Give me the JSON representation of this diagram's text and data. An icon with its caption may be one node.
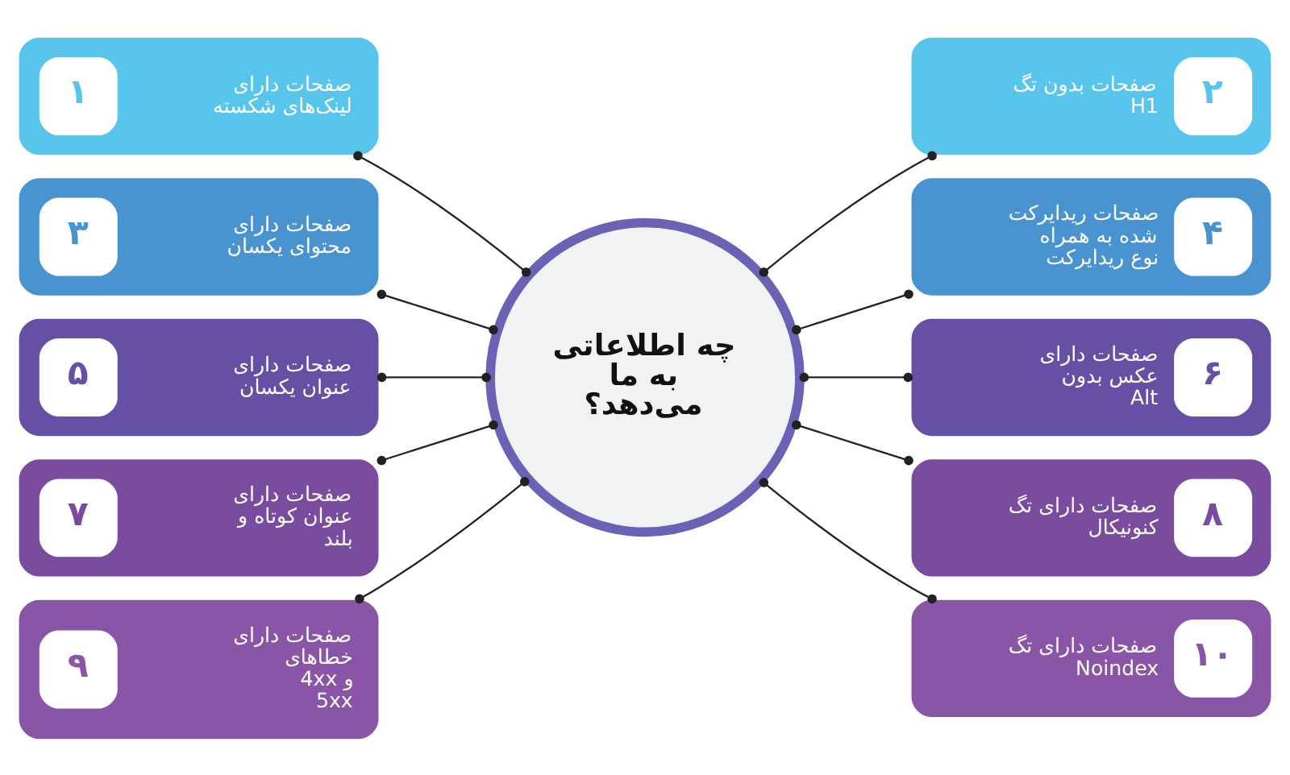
{
  "diagram": {
    "nodes": [
      {
        "text": [
          "چه اطلاعاتی به ما می‌دهد؟"
        ]
      },
      {
        "text": [
          "صفحات دارای لینک‌های شکسته",
          "۱"
        ]
      },
      {
        "text": [
          "۲",
          "صفحات بدون تگ H1"
        ]
      },
      {
        "text": [
          "صفحات دارای محتوای یکسان",
          "۳"
        ]
      },
      {
        "text": [
          "۴",
          "صفحات ریدایرکت شده به همراه نوع ریدایرکت"
        ]
      },
      {
        "text": [
          "صفحات دارای عنوان یکسان",
          "۵"
        ]
      },
      {
        "text": [
          "۶",
          "صفحات دارای عکس بدون Alt"
        ]
      },
      {
        "text": [
          "صفحات دارای عنوان کوتاه و بلند",
          "۷"
        ]
      },
      {
        "text": [
          "۸",
          "صفحات دارای تگ کنونیکال"
        ]
      },
      {
        "text": [
          "صفحات دارای خطاهای 4xx و 5xx",
          "۹"
        ]
      },
      {
        "text": [
          "۱۰",
          "صفحات دارای تگ Noindex"
        ]
      }
    ],
    "edges": [
      {
        "from": 1,
        "to": 0,
        "arrow": "other"
      },
      {
        "from": 0,
        "to": 2,
        "arrow": "other"
      },
      {
        "from": 3,
        "to": 0,
        "arrow": "other"
      },
      {
        "from": 0,
        "to": 4,
        "arrow": "other"
      },
      {
        "from": 5,
        "to": 0,
        "arrow": "other"
      },
      {
        "from": 0,
        "to": 6,
        "arrow": "other"
      },
      {
        "from": 7,
        "to": 0,
        "arrow": "other"
      },
      {
        "from": 0,
        "to": 8,
        "arrow": "other"
      },
      {
        "from": 9,
        "to": 0,
        "arrow": "other"
      },
      {
        "from": 0,
        "to": 10,
        "arrow": "other"
      }
    ]
  }
}
